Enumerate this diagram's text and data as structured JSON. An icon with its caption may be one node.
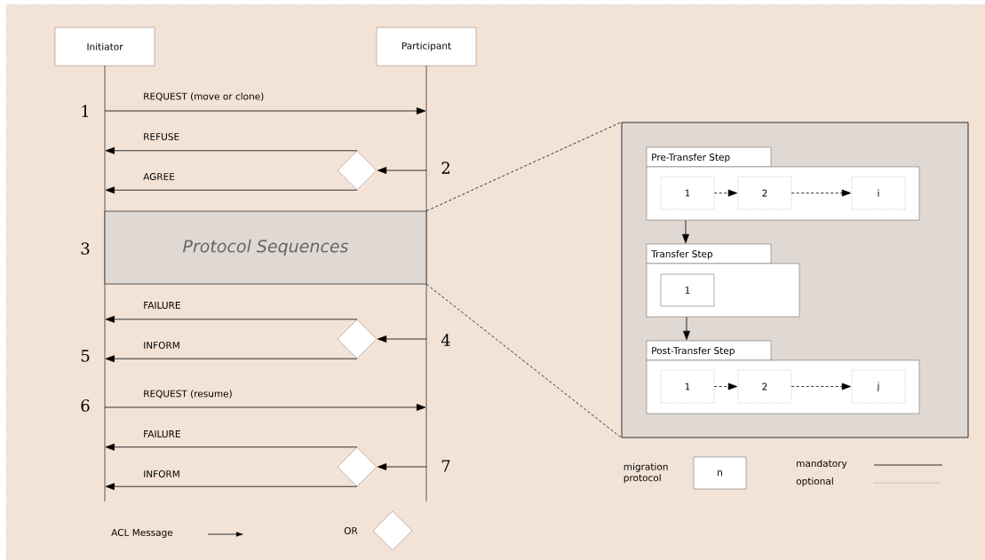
{
  "diagram": {
    "nodes": [
      {
        "text": [
          "Initiator"
        ]
      },
      {
        "text": [
          "Participant"
        ]
      },
      {
        "text": [],
        "shape": "bar"
      },
      {
        "text": [],
        "shape": "bar"
      },
      {
        "text": [],
        "shape": "diamond"
      },
      {
        "text": [
          "Protocol Sequences"
        ]
      },
      {
        "text": [],
        "shape": "diamond"
      },
      {
        "text": [],
        "shape": "diamond"
      },
      {
        "text": [],
        "shape": "box"
      },
      {
        "text": [
          "Pre-Transfer Step"
        ],
        "in": 8
      },
      {
        "text": [
          "1"
        ],
        "in": 9
      },
      {
        "text": [
          "2"
        ],
        "in": 9
      },
      {
        "text": [
          "i"
        ],
        "in": 9
      },
      {
        "text": [
          "Transfer Step"
        ],
        "in": 8
      },
      {
        "text": [
          "1"
        ],
        "in": 13
      },
      {
        "text": [
          "Post-Transfer Step"
        ],
        "in": 8
      },
      {
        "text": [
          "1"
        ],
        "in": 15
      },
      {
        "text": [
          "2"
        ],
        "in": 15
      },
      {
        "text": [
          "j"
        ],
        "in": 15
      },
      {
        "text": [
          "n"
        ],
        "beside": [
          "migration protocol"
        ]
      }
    ],
    "edges": [
      {
        "from": 2,
        "to": 3,
        "arrow": "to",
        "label": "REQUEST (move or clone)"
      },
      {
        "from": 4,
        "to": 2,
        "arrow": "to",
        "label": "REFUSE"
      },
      {
        "from": 3,
        "to": 4,
        "arrow": "to"
      },
      {
        "from": 4,
        "to": 2,
        "arrow": "to",
        "label": "AGREE"
      },
      {
        "from": 5,
        "to": 8,
        "arrow": "none",
        "style": "dashed"
      },
      {
        "from": 5,
        "to": 8,
        "arrow": "none",
        "style": "dashed"
      },
      {
        "from": 6,
        "to": 2,
        "arrow": "to",
        "label": "FAILURE"
      },
      {
        "from": 3,
        "to": 6,
        "arrow": "to"
      },
      {
        "from": 6,
        "to": 2,
        "arrow": "to",
        "label": "INFORM"
      },
      {
        "from": 2,
        "to": 3,
        "arrow": "to",
        "label": "REQUEST (resume)"
      },
      {
        "from": 7,
        "to": 2,
        "arrow": "to",
        "label": "FAILURE"
      },
      {
        "from": 3,
        "to": 7,
        "arrow": "to"
      },
      {
        "from": 7,
        "to": 2,
        "arrow": "to",
        "label": "INFORM"
      },
      {
        "from": 10,
        "to": 11,
        "arrow": "to",
        "style": "dashed"
      },
      {
        "from": 11,
        "to": 12,
        "arrow": "to",
        "style": "dashed"
      },
      {
        "from": 9,
        "to": 13,
        "arrow": "to"
      },
      {
        "from": 13,
        "to": 15,
        "arrow": "to"
      },
      {
        "from": 16,
        "to": 17,
        "arrow": "to",
        "style": "dashed"
      },
      {
        "from": 17,
        "to": 18,
        "arrow": "to",
        "style": "dashed"
      }
    ],
    "labels": [
      "1",
      "2",
      "3",
      "4",
      "5",
      "6",
      "7"
    ],
    "legend": [
      {
        "text": "ACL Message"
      },
      {
        "text": "OR"
      },
      {
        "text": "mandatory"
      },
      {
        "text": "optional"
      }
    ]
  }
}
